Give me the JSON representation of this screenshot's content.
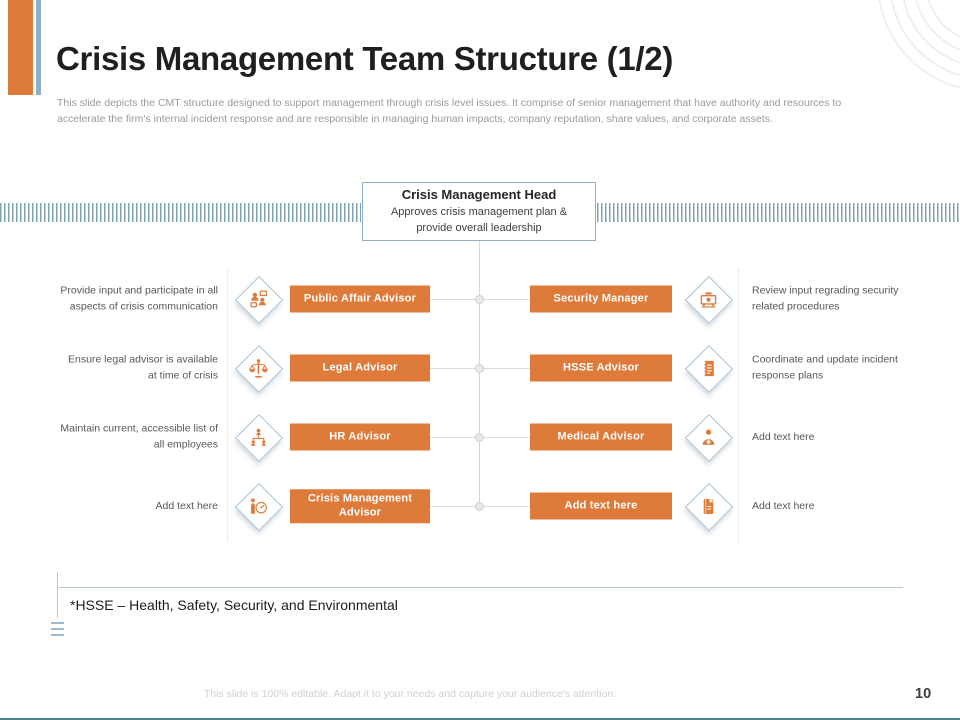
{
  "slide": {
    "title": "Crisis Management Team Structure (1/2)",
    "description": "This slide depicts the CMT structure designed to support management through crisis level issues. It comprise of senior management that have authority and resources to accelerate the firm's internal incident response and are responsible in managing human impacts, company reputation, share values, and corporate assets.",
    "footer_note": "*HSSE – Health, Safety, Security, and Environmental",
    "editable_note": "This slide is 100% editable. Adapt it to your needs and capture your audience's attention.",
    "page_number": "10"
  },
  "org_chart": {
    "head": {
      "title": "Crisis Management Head",
      "description": "Approves crisis management plan & provide overall leadership"
    },
    "left_rows": [
      {
        "label": "Provide input and participate in all aspects of crisis communication",
        "role": "Public Affair Advisor",
        "icon": "people-group-icon"
      },
      {
        "label": "Ensure legal advisor is available at time of crisis",
        "role": "Legal Advisor",
        "icon": "justice-scales-icon"
      },
      {
        "label": "Maintain current, accessible list of all employees",
        "role": "HR Advisor",
        "icon": "org-hierarchy-icon"
      },
      {
        "label": "Add text here",
        "role": "Crisis Management Advisor",
        "icon": "person-gauge-icon"
      }
    ],
    "right_rows": [
      {
        "role": "Security Manager",
        "label": "Review input regrading security related procedures",
        "icon": "security-camera-icon"
      },
      {
        "role": "HSSE Advisor",
        "label": "Coordinate and update incident response plans",
        "icon": "document-lines-icon"
      },
      {
        "role": "Medical Advisor",
        "label": "Add text here",
        "icon": "medical-person-icon"
      },
      {
        "role": "Add text here",
        "label": "Add text here",
        "icon": "notebook-icon"
      }
    ]
  },
  "colors": {
    "accent_orange": "#DE7B3B",
    "steel_blue": "#8FB0C6",
    "stripe_blue": "#7FA2B3",
    "connector_gray": "#DCDCDC",
    "bottom_bar_teal": "#4D7F93"
  }
}
